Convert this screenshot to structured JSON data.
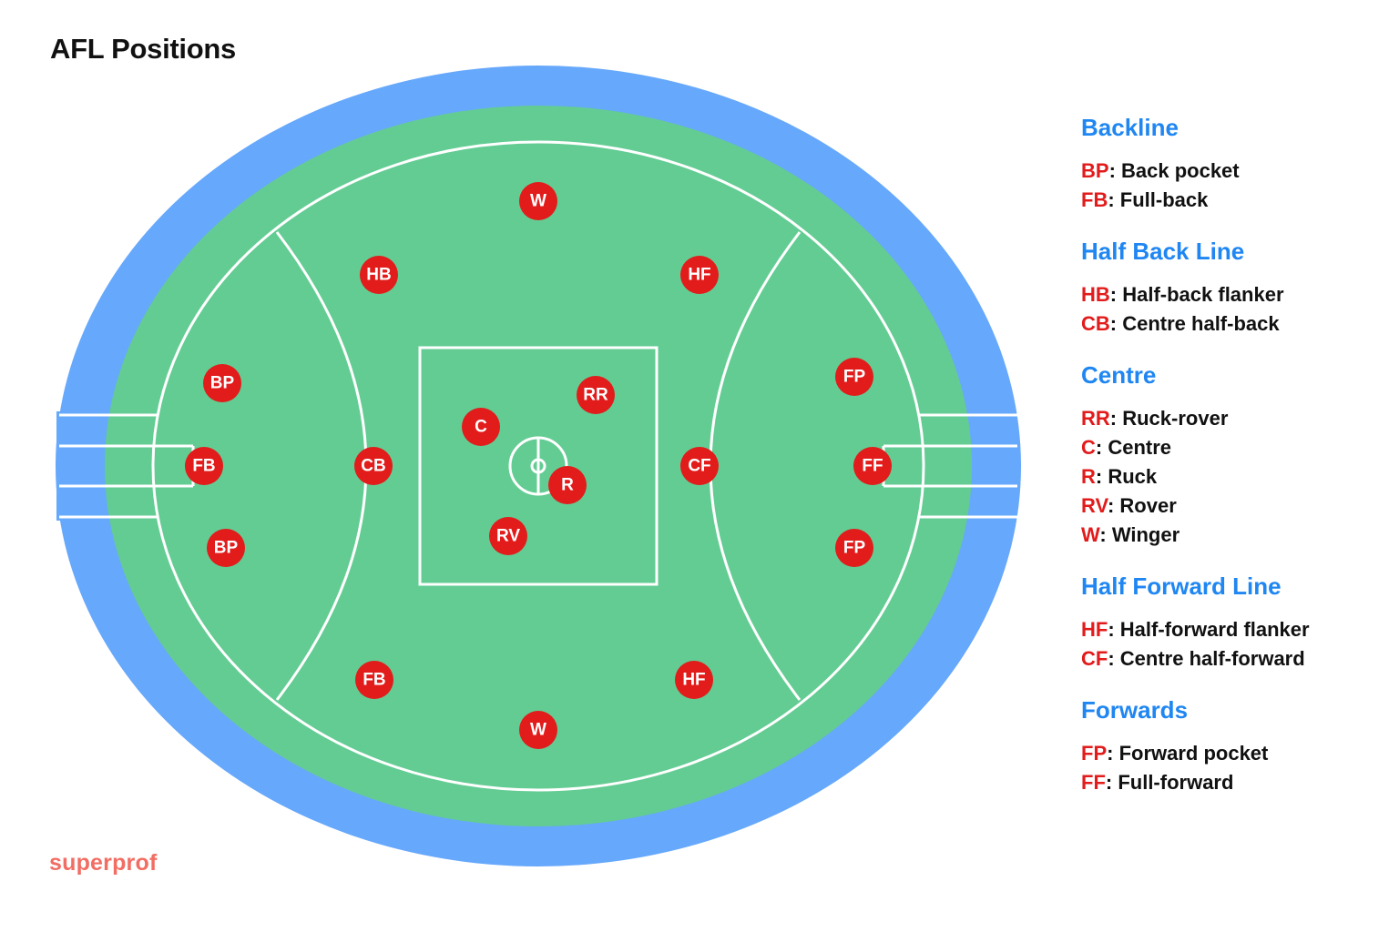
{
  "title": "AFL Positions",
  "brand": "superprof",
  "colors": {
    "outfield": "#66a8fb",
    "field": "#63cc93",
    "lines": "#ffffff",
    "marker": "#e21b1b",
    "heading": "#1f86f2",
    "brand": "#f26d63"
  },
  "positions": [
    {
      "code": "W"
    },
    {
      "code": "HB"
    },
    {
      "code": "HF"
    },
    {
      "code": "BP"
    },
    {
      "code": "FB"
    },
    {
      "code": "CB"
    },
    {
      "code": "BP"
    },
    {
      "code": "RR"
    },
    {
      "code": "C"
    },
    {
      "code": "R"
    },
    {
      "code": "RV"
    },
    {
      "code": "CF"
    },
    {
      "code": "FP"
    },
    {
      "code": "FF"
    },
    {
      "code": "FP"
    },
    {
      "code": "FB"
    },
    {
      "code": "HF"
    },
    {
      "code": "W"
    }
  ],
  "legend": [
    {
      "heading": "Backline",
      "items": [
        {
          "code": "BP",
          "label": ": Back pocket"
        },
        {
          "code": "FB",
          "label": ": Full-back"
        }
      ]
    },
    {
      "heading": "Half Back Line",
      "items": [
        {
          "code": "HB",
          "label": ": Half-back flanker"
        },
        {
          "code": "CB",
          "label": ": Centre half-back"
        }
      ]
    },
    {
      "heading": "Centre",
      "items": [
        {
          "code": "RR",
          "label": ": Ruck-rover"
        },
        {
          "code": "C",
          "label": ": Centre"
        },
        {
          "code": "R",
          "label": ": Ruck"
        },
        {
          "code": "RV",
          "label": ": Rover"
        },
        {
          "code": "W",
          "label": ": Winger"
        }
      ]
    },
    {
      "heading": "Half Forward Line",
      "items": [
        {
          "code": "HF",
          "label": ": Half-forward flanker"
        },
        {
          "code": "CF",
          "label": ": Centre half-forward"
        }
      ]
    },
    {
      "heading": "Forwards",
      "items": [
        {
          "code": "FP",
          "label": ": Forward pocket"
        },
        {
          "code": "FF",
          "label": ": Full-forward"
        }
      ]
    }
  ]
}
